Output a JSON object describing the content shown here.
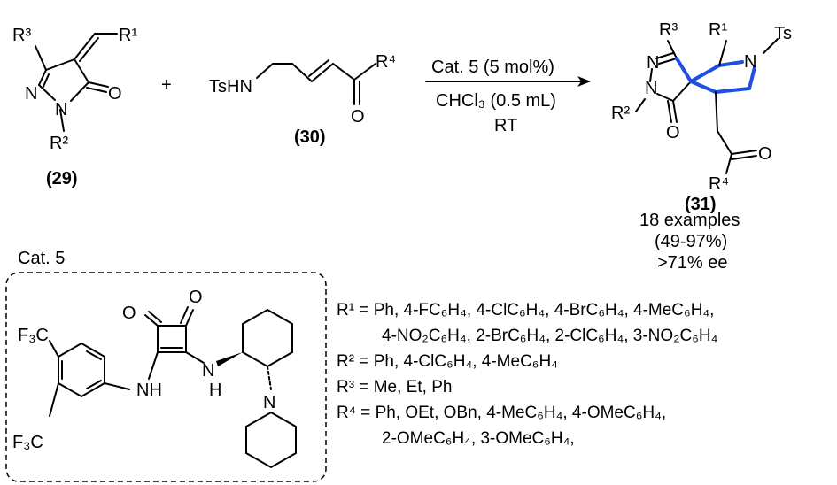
{
  "reactants": {
    "compound_29": {
      "label": "(29)",
      "r_groups": [
        "R³",
        "R¹",
        "R²"
      ],
      "atoms": [
        "N",
        "N",
        "O"
      ]
    },
    "plus": "+",
    "compound_30": {
      "label": "(30)",
      "prefix": "TsHN",
      "r_group": "R⁴",
      "atom_o": "O"
    }
  },
  "conditions": {
    "catalyst": "Cat. 5 (5 mol%)",
    "solvent": "CHCl₃ (0.5 mL)",
    "temperature": "RT"
  },
  "product": {
    "label": "(31)",
    "r_groups": [
      "R³",
      "R¹",
      "R²",
      "R⁴"
    ],
    "atoms": [
      "N",
      "N",
      "N",
      "O",
      "O"
    ],
    "ts": "Ts",
    "examples": "18 examples",
    "yield": "(49-97%)",
    "ee": ">71% ee"
  },
  "catalyst_box": {
    "title": "Cat. 5",
    "groups": [
      "F₃C",
      "F₃C"
    ],
    "atoms": [
      "O",
      "O",
      "NH",
      "N",
      "H",
      "N"
    ]
  },
  "substituents": {
    "r1_label": "R¹",
    "r1_line1": "Ph, 4-FC₆H₄, 4-ClC₆H₄, 4-BrC₆H₄, 4-MeC₆H₄,",
    "r1_line2": "4-NO₂C₆H₄, 2-BrC₆H₄, 2-ClC₆H₄, 3-NO₂C₆H₄",
    "r2_label": "R²",
    "r2_line1": "Ph, 4-ClC₆H₄, 4-MeC₆H₄",
    "r3_label": "R³",
    "r3_line1": "Me, Et, Ph",
    "r4_label": "R⁴",
    "r4_line1": "Ph, OEt, OBn, 4-MeC₆H₄, 4-OMeC₆H₄,",
    "r4_line2": "2-OMeC₆H₄, 3-OMeC₆H₄,",
    "equals": "="
  },
  "colors": {
    "highlight_bonds": "#1f4fe0"
  }
}
